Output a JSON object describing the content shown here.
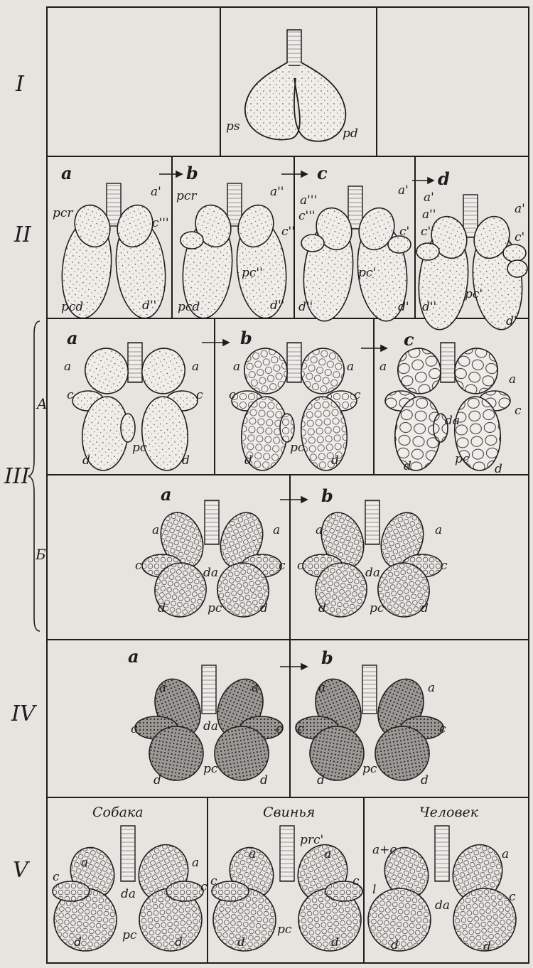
{
  "rows": {
    "I": {
      "numeral": "I",
      "labels": {
        "left": "ps",
        "right": "pd"
      }
    },
    "II": {
      "numeral": "II",
      "panels": [
        {
          "letter": "a",
          "labels": [
            "a'",
            "pcr",
            "c'''",
            "pcd",
            "d''"
          ]
        },
        {
          "letter": "b",
          "labels": [
            "pcr",
            "a''",
            "c''",
            "pc''",
            "pcd",
            "d''"
          ]
        },
        {
          "letter": "c",
          "labels": [
            "a'''",
            "c'''",
            "a'",
            "c'",
            "pc'",
            "d''",
            "d'"
          ]
        },
        {
          "letter": "d",
          "labels": [
            "a'",
            "a''",
            "c''",
            "a'",
            "c'",
            "pc'",
            "d''",
            "d'"
          ]
        }
      ]
    },
    "III": {
      "numeral": "III",
      "subA": "A",
      "subB": "Б",
      "A_panels": [
        {
          "letter": "a",
          "labels": [
            "a",
            "a",
            "c",
            "c",
            "pc",
            "d",
            "d"
          ]
        },
        {
          "letter": "b",
          "labels": [
            "a",
            "a",
            "c",
            "c",
            "pc",
            "d",
            "d"
          ]
        },
        {
          "letter": "c",
          "labels": [
            "a",
            "a",
            "c",
            "da",
            "pc",
            "d",
            "d"
          ]
        }
      ],
      "B_panels": [
        {
          "letter": "a",
          "labels": [
            "a",
            "a",
            "c",
            "c",
            "da",
            "pc",
            "d",
            "d"
          ]
        },
        {
          "letter": "b",
          "labels": [
            "a",
            "a",
            "c",
            "c",
            "da",
            "pc",
            "d",
            "d"
          ]
        }
      ]
    },
    "IV": {
      "numeral": "IV",
      "panels": [
        {
          "letter": "a",
          "labels": [
            "a",
            "a",
            "c",
            "c",
            "da",
            "pc",
            "d",
            "d"
          ]
        },
        {
          "letter": "b",
          "labels": [
            "a",
            "a",
            "c",
            "c",
            "pc",
            "d",
            "d"
          ]
        }
      ]
    },
    "V": {
      "numeral": "V",
      "panels": [
        {
          "title": "Собака",
          "labels": [
            "a",
            "a",
            "c",
            "c",
            "da",
            "pc",
            "d",
            "d"
          ]
        },
        {
          "title": "Свинья",
          "labels": [
            "prc'",
            "a",
            "a",
            "c",
            "c",
            "pc",
            "d",
            "d"
          ]
        },
        {
          "title": "Человек",
          "labels": [
            "a+c",
            "a",
            "l",
            "c",
            "da",
            "d",
            "d"
          ]
        }
      ]
    }
  },
  "colors": {
    "paper": "#e6e4de",
    "ink": "#1d1d1d",
    "lung_fill": "#f1efe9"
  }
}
